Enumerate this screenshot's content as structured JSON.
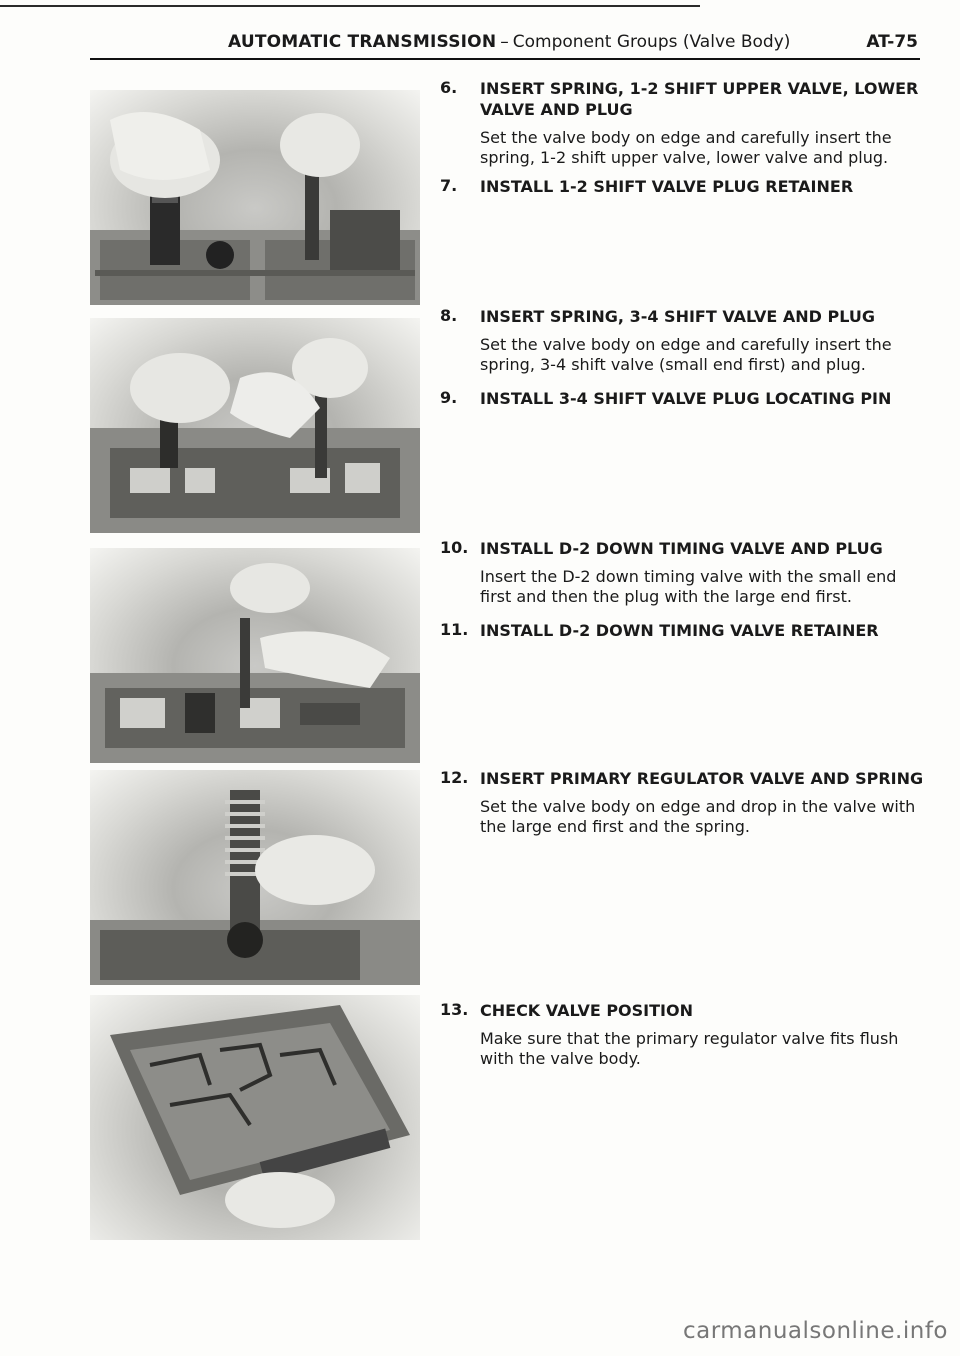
{
  "header": {
    "title": "AUTOMATIC TRANSMISSION",
    "separator": "–",
    "section": "Component Groups (Valve Body)",
    "page_code": "AT-75"
  },
  "steps": [
    {
      "num": "6.",
      "title": "INSERT SPRING, 1-2 SHIFT UPPER VALVE, LOWER VALVE AND PLUG",
      "body": "Set the valve body on edge and carefully insert the spring, 1-2 shift upper valve, lower valve and plug."
    },
    {
      "num": "7.",
      "title": "INSTALL 1-2 SHIFT VALVE PLUG RETAINER",
      "body": ""
    },
    {
      "num": "8.",
      "title": "INSERT SPRING, 3-4 SHIFT VALVE AND PLUG",
      "body": "Set the valve body on edge and carefully insert the spring, 3-4 shift valve (small end first) and plug."
    },
    {
      "num": "9.",
      "title": "INSTALL 3-4 SHIFT VALVE PLUG LOCATING PIN",
      "body": ""
    },
    {
      "num": "10.",
      "title": "INSTALL D-2 DOWN TIMING VALVE AND PLUG",
      "body": "Insert the D-2 down timing valve with the small end first and then the plug with the large end first."
    },
    {
      "num": "11.",
      "title": "INSTALL D-2 DOWN TIMING VALVE RETAINER",
      "body": ""
    },
    {
      "num": "12.",
      "title": "INSERT PRIMARY REGULATOR VALVE AND SPRING",
      "body": "Set the valve body on edge and drop in the valve with the large end first and the spring."
    },
    {
      "num": "13.",
      "title": "CHECK VALVE POSITION",
      "body": "Make sure that the primary regulator valve fits flush with the valve body."
    }
  ],
  "watermark": "carmanualsonline.info"
}
